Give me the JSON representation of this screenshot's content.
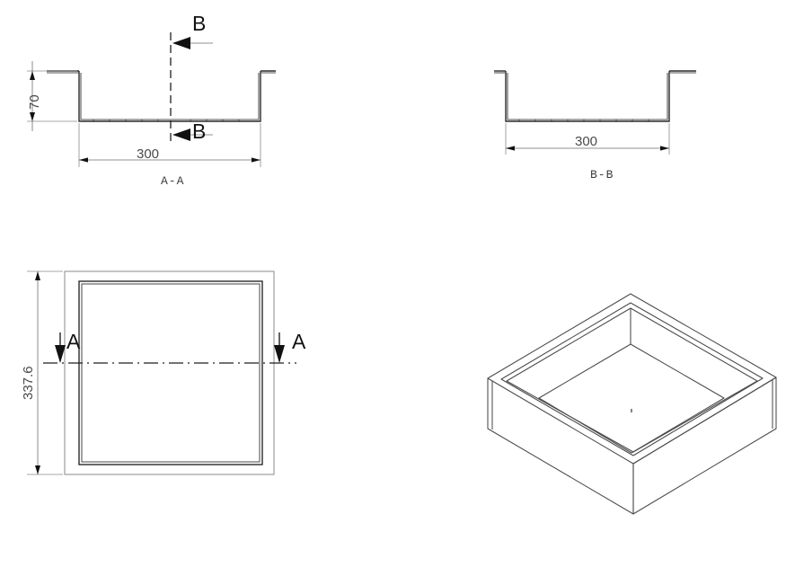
{
  "drawing": {
    "background_color": "#ffffff",
    "line_color": "#2b2b2b",
    "dimension_color": "#6e6e6e",
    "views": {
      "section_aa": {
        "label": "A-A",
        "width_dimension": "300",
        "height_dimension": "70",
        "section_marks": [
          {
            "letter": "B",
            "position": "top"
          },
          {
            "letter": "B",
            "position": "bottom"
          }
        ]
      },
      "section_bb": {
        "label": "B-B",
        "width_dimension": "300"
      },
      "plan": {
        "height_dimension": "337.6",
        "section_marks": [
          {
            "letter": "A",
            "position": "left"
          },
          {
            "letter": "A",
            "position": "right"
          }
        ]
      },
      "isometric": {
        "label": ""
      }
    }
  }
}
